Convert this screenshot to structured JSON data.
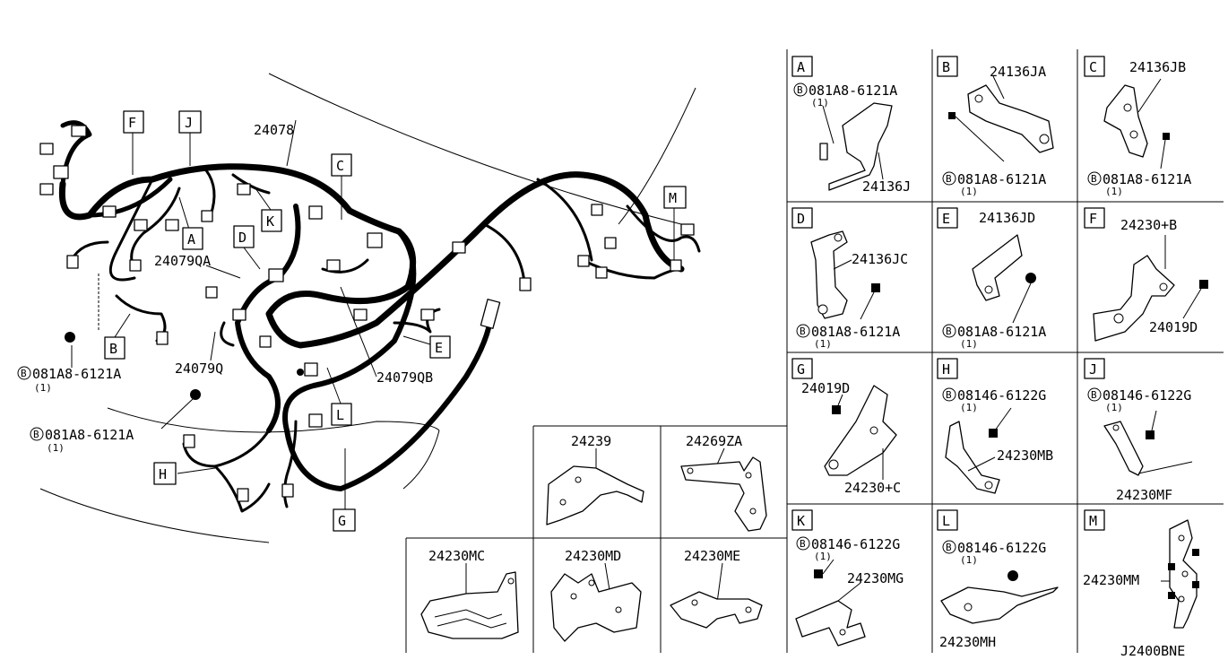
{
  "main_labels": {
    "p24078": "24078",
    "p24079qa": "24079QA",
    "p24079q": "24079Q",
    "p24079qb": "24079QB"
  },
  "callouts": {
    "F": "F",
    "J": "J",
    "A": "A",
    "K": "K",
    "D": "D",
    "C": "C",
    "M": "M",
    "B": "B",
    "E": "E",
    "L": "L",
    "H": "H",
    "G": "G"
  },
  "bolts": {
    "bolt_b_code": "081A8-6121A",
    "bolt_b_qty": "(1)",
    "bolt_b_prefix": "B",
    "bolt_c_code": "081A8-6121A",
    "bolt_c_qty": "(1)",
    "bolt_c_prefix": "B"
  },
  "panels": {
    "A": {
      "letter": "A",
      "bolt": "081A8-6121A",
      "qty": "(1)",
      "part": "24136J"
    },
    "B": {
      "letter": "B",
      "part": "24136JA",
      "bolt": "081A8-6121A",
      "qty": "(1)"
    },
    "C": {
      "letter": "C",
      "part": "24136JB",
      "bolt": "081A8-6121A",
      "qty": "(1)"
    },
    "D": {
      "letter": "D",
      "part": "24136JC",
      "bolt": "081A8-6121A",
      "qty": "(1)"
    },
    "E": {
      "letter": "E",
      "part": "24136JD",
      "bolt": "081A8-6121A",
      "qty": "(1)"
    },
    "F": {
      "letter": "F",
      "part": "24230+B",
      "part2": "24019D"
    },
    "G": {
      "letter": "G",
      "part": "24019D",
      "part2": "24230+C"
    },
    "H": {
      "letter": "H",
      "bolt": "08146-6122G",
      "qty": "(1)",
      "part": "24230MB"
    },
    "J": {
      "letter": "J",
      "bolt": "08146-6122G",
      "qty": "(1)",
      "part": "24230MF"
    },
    "K": {
      "letter": "K",
      "bolt": "08146-6122G",
      "qty": "(1)",
      "part": "24230MG"
    },
    "L": {
      "letter": "L",
      "bolt": "08146-6122G",
      "qty": "(1)",
      "part": "24230MH"
    },
    "M": {
      "letter": "M",
      "part": "24230MM"
    }
  },
  "small_panels": {
    "p24239": "24239",
    "p24269za": "24269ZA",
    "p24230mc": "24230MC",
    "p24230md": "24230MD",
    "p24230me": "24230ME"
  },
  "diagram_code": "J2400BNE",
  "bolt_prefix": "B"
}
